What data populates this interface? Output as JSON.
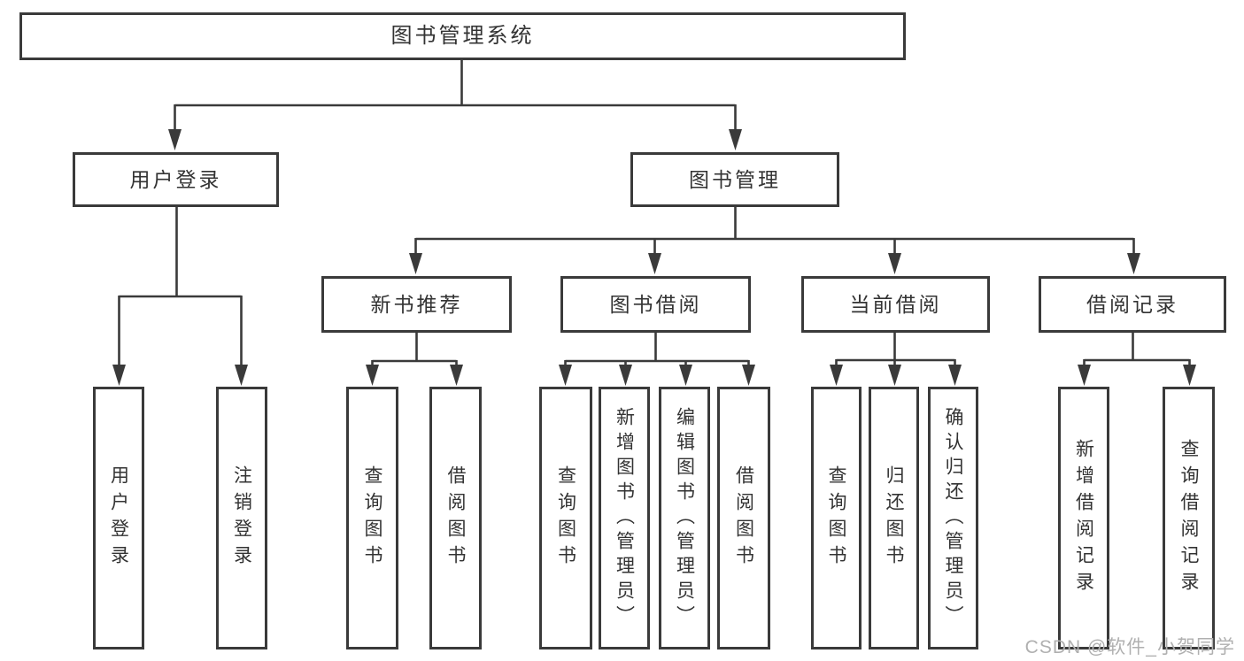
{
  "colors": {
    "line": "#3a3a3a",
    "text": "#333333",
    "watermark": "#b0b0b0",
    "background": "#ffffff"
  },
  "root": {
    "label": "图书管理系统"
  },
  "user_login": {
    "label": "用户登录",
    "children": [
      "用户登录",
      "注销登录"
    ]
  },
  "book_management": {
    "label": "图书管理",
    "sections": [
      {
        "label": "新书推荐",
        "children": [
          "查询图书",
          "借阅图书"
        ]
      },
      {
        "label": "图书借阅",
        "children": [
          "查询图书",
          "新增图书（管理员）",
          "编辑图书（管理员）",
          "借阅图书"
        ]
      },
      {
        "label": "当前借阅",
        "children": [
          "查询图书",
          "归还图书",
          "确认归还（管理员）"
        ]
      },
      {
        "label": "借阅记录",
        "children": [
          "新增借阅记录",
          "查询借阅记录"
        ]
      }
    ]
  },
  "watermark": "CSDN @软件_小贺同学"
}
